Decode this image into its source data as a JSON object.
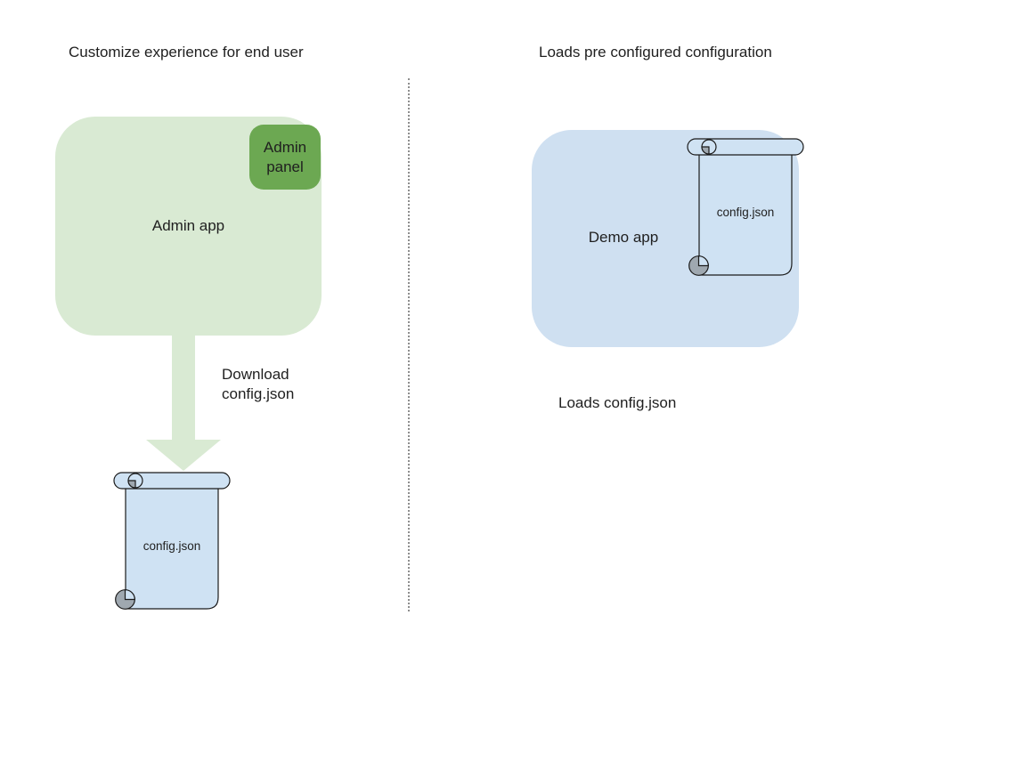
{
  "left": {
    "title": "Customize experience for end user",
    "admin_app_label": "Admin app",
    "admin_panel_label": "Admin panel",
    "download_line1": "Download",
    "download_line2": "config.json",
    "config_file_label": "config.json"
  },
  "right": {
    "title": "Loads pre configured configuration",
    "demo_app_label": "Demo app",
    "config_file_label": "config.json",
    "loads_label": "Loads config.json"
  },
  "colors": {
    "app_green": "#d9ead3",
    "panel_green": "#6ca852",
    "app_blue": "#cfe0f1",
    "scroll_blue": "#cfe2f3",
    "curl_gray": "#9fa8b0",
    "outline": "#1b1b1b",
    "divider": "#8e8e8e",
    "text": "#1f1f1f"
  }
}
